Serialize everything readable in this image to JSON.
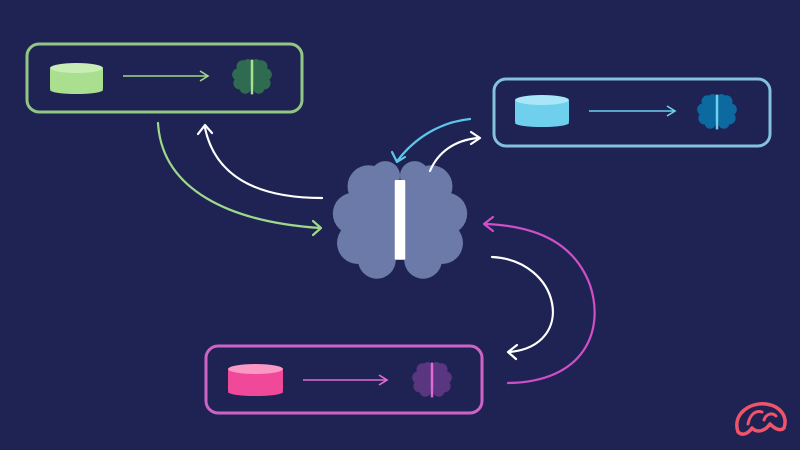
{
  "colors": {
    "background": "#1e2353",
    "central_brain": "#6b7aa8",
    "central_divider": "#ffffff",
    "return_arrow": "#ffffff",
    "logo": "#f0546a"
  },
  "icons": {
    "central": "brain-icon",
    "database": "database-icon",
    "logo": "brain-logo-icon"
  },
  "panels": [
    {
      "id": "green",
      "frame": "#9fd88a",
      "db": "#a9df8f",
      "db_top": "#c8eeb5",
      "brain": "#2e6b50",
      "brain_divider": "#a9df8f",
      "link": "#9fd88a",
      "arrow": "#9fd88a"
    },
    {
      "id": "blue",
      "frame": "#8fd3ea",
      "db": "#6fd0ee",
      "db_top": "#a9e6f8",
      "brain": "#0c6aa0",
      "brain_divider": "#6fd0ee",
      "link": "#6fd0ee",
      "arrow": "#5cc7ea"
    },
    {
      "id": "pink",
      "frame": "#e06ad2",
      "db": "#f0499a",
      "db_top": "#fb98c6",
      "brain": "#5a3580",
      "brain_divider": "#e06ad2",
      "link": "#e06ad2",
      "arrow": "#d14fc6"
    }
  ]
}
